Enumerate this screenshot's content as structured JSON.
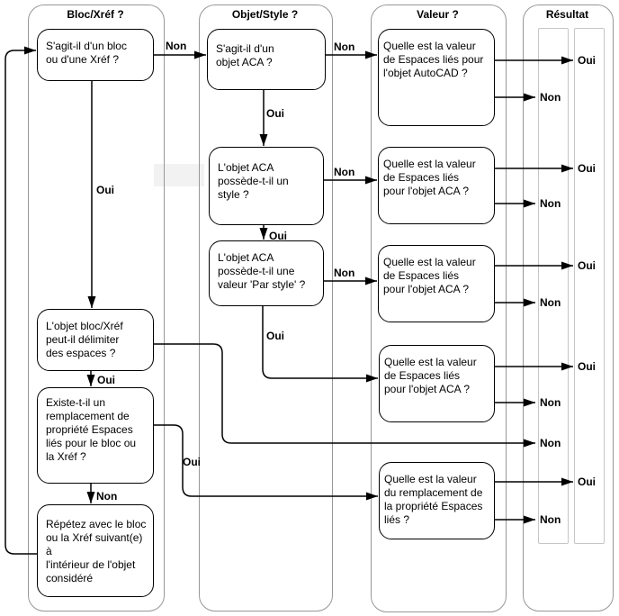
{
  "diagram": {
    "columns": {
      "bloc_xref": {
        "title": "Bloc/Xréf ?"
      },
      "objet_style": {
        "title": "Objet/Style ?"
      },
      "valeur": {
        "title": "Valeur ?"
      },
      "resultat": {
        "title": "Résultat"
      }
    },
    "boxes": {
      "b1": "S'agit-il d'un bloc\nou d'une Xréf ?",
      "b2": "L'objet bloc/Xréf\npeut-il délimiter\ndes espaces ?",
      "b3": "Existe-t-il un\nremplacement de\npropriété Espaces\nliés pour le bloc ou\nla Xréf ?",
      "b4": "Répétez avec le bloc\nou la Xréf suivant(e) à\nl'intérieur de l'objet\nconsidéré",
      "o1": "S'agit-il d'un\nobjet ACA ?",
      "o2": "L'objet ACA\npossède-t-il un\nstyle ?",
      "o3": "L'objet ACA\npossède-t-il une\nvaleur 'Par style' ?",
      "v1": "Quelle est la valeur\nde Espaces liés pour\nl'objet AutoCAD ?",
      "v2": "Quelle est la valeur\nde Espaces liés\npour l'objet ACA ?",
      "v3": "Quelle est la valeur\nde Espaces liés\npour l'objet ACA ?",
      "v4": "Quelle est la valeur\nde Espaces liés\npour l'objet ACA ?",
      "v5": "Quelle est la valeur\ndu remplacement de\nla propriété Espaces\nliés ?"
    },
    "labels": {
      "non_b1_o1": "Non",
      "oui_b1_b2": "Oui",
      "oui_b2_b3": "Oui",
      "non_b3_b4": "Non",
      "oui_b3_v5": "Oui",
      "non_o1_v1": "Non",
      "oui_o1_o2": "Oui",
      "non_o2_v2": "Non",
      "oui_o2_o3": "Oui",
      "non_o3_v3": "Non",
      "oui_o3_v4": "Oui",
      "r1_oui": "Oui",
      "r1_non": "Non",
      "r2_oui": "Oui",
      "r2_non": "Non",
      "r3_oui": "Oui",
      "r3_non": "Non",
      "r4_oui": "Oui",
      "r4_non": "Non",
      "r_long_non": "Non",
      "r5_oui": "Oui",
      "r5_non": "Non"
    },
    "colors": {
      "line": "#000000",
      "column_border": "#979797",
      "lane_border": "#c6c6c6"
    }
  }
}
